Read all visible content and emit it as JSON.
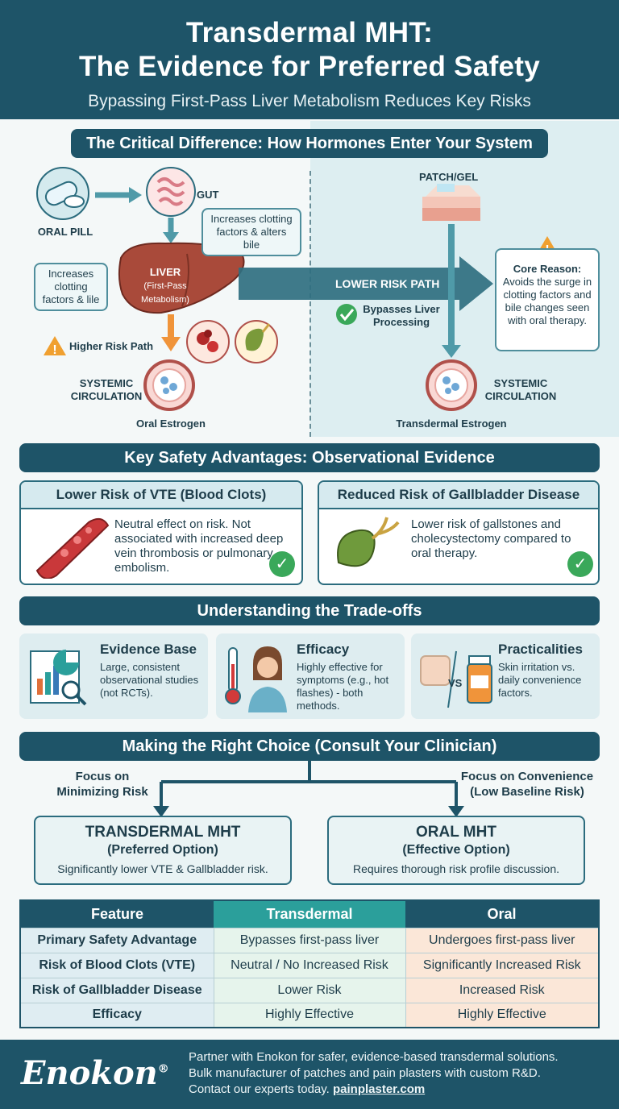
{
  "header": {
    "title_line1": "Transdermal MHT:",
    "title_line2": "The Evidence for Preferred Safety",
    "subtitle": "Bypassing First-Pass Liver Metabolism Reduces Key Risks"
  },
  "diagram": {
    "heading": "The Critical Difference: How Hormones Enter Your System",
    "oral_pill": "ORAL PILL",
    "gut": "GUT",
    "gut_callout": "Increases clotting factors & alters bile",
    "left_callout": "Increases clotting factors & lile",
    "liver_line1": "LIVER",
    "liver_line2": "(First-Pass Metabolism)",
    "higher_risk": "Higher Risk Path",
    "systemic_left": "SYSTEMIC CIRCULATION",
    "oral_estrogen": "Oral Estrogen",
    "patch_gel": "PATCH/GEL",
    "lower_risk": "LOWER RISK PATH",
    "bypasses": "Bypasses Liver Processing",
    "core_title": "Core Reason:",
    "core_text": "Avoids the surge in clotting factors and bile changes seen with oral therapy.",
    "systemic_right": "SYSTEMIC CIRCULATION",
    "transdermal_estrogen": "Transdermal Estrogen"
  },
  "advantages": {
    "heading": "Key Safety Advantages: Observational Evidence",
    "vte_title": "Lower Risk of VTE (Blood Clots)",
    "vte_text": "Neutral effect on risk. Not associated with increased deep vein thrombosis or pulmonary embolism.",
    "gb_title": "Reduced Risk of Gallbladder Disease",
    "gb_text": "Lower risk of gallstones and cholecystectomy compared to oral therapy."
  },
  "tradeoffs": {
    "heading": "Understanding the Trade-offs",
    "items": [
      {
        "title": "Evidence Base",
        "text": "Large, consistent observational studies (not RCTs)."
      },
      {
        "title": "Efficacy",
        "text": "Highly effective for symptoms (e.g., hot flashes) - both methods."
      },
      {
        "title": "Practicalities",
        "text": "Skin irritation vs. daily convenience factors."
      }
    ],
    "vs": "VS"
  },
  "choice": {
    "heading": "Making the Right Choice (Consult Your Clinician)",
    "left_branch": "Focus on Minimizing Risk",
    "right_branch": "Focus on Convenience (Low Baseline Risk)",
    "left_title": "TRANSDERMAL MHT",
    "left_sub": "(Preferred Option)",
    "left_text": "Significantly lower VTE & Gallbladder risk.",
    "right_title": "ORAL MHT",
    "right_sub": "(Effective Option)",
    "right_text": "Requires thorough risk profile discussion."
  },
  "table": {
    "headers": [
      "Feature",
      "Transdermal",
      "Oral"
    ],
    "rows": [
      [
        "Primary Safety Advantage",
        "Bypasses first-pass liver",
        "Undergoes first-pass liver"
      ],
      [
        "Risk of Blood Clots (VTE)",
        "Neutral / No Increased Risk",
        "Significantly Increased Risk"
      ],
      [
        "Risk of Gallbladder Disease",
        "Lower Risk",
        "Increased Risk"
      ],
      [
        "Efficacy",
        "Highly Effective",
        "Highly Effective"
      ]
    ]
  },
  "footer": {
    "logo": "Enokon",
    "reg": "®",
    "line1": "Partner with Enokon for safer, evidence-based transdermal solutions.",
    "line2": "Bulk manufacturer of patches and pain plasters with custom R&D.",
    "line3_prefix": "Contact our experts today. ",
    "url": "painplaster.com"
  },
  "colors": {
    "primary": "#1e5468",
    "teal": "#2b9f9b",
    "liver": "#a94a3a",
    "check": "#3aa85a",
    "warning": "#f0a030",
    "oral_cell": "#fbe7d8",
    "transdermal_cell": "#e6f4ec"
  },
  "icons": [
    "pill-icon",
    "gut-icon",
    "liver-icon",
    "clot-icon",
    "gallbladder-icon",
    "warning-icon",
    "check-icon",
    "vessel-icon",
    "patch-icon",
    "chart-icon",
    "thermometer-icon",
    "woman-icon",
    "bottle-icon"
  ]
}
